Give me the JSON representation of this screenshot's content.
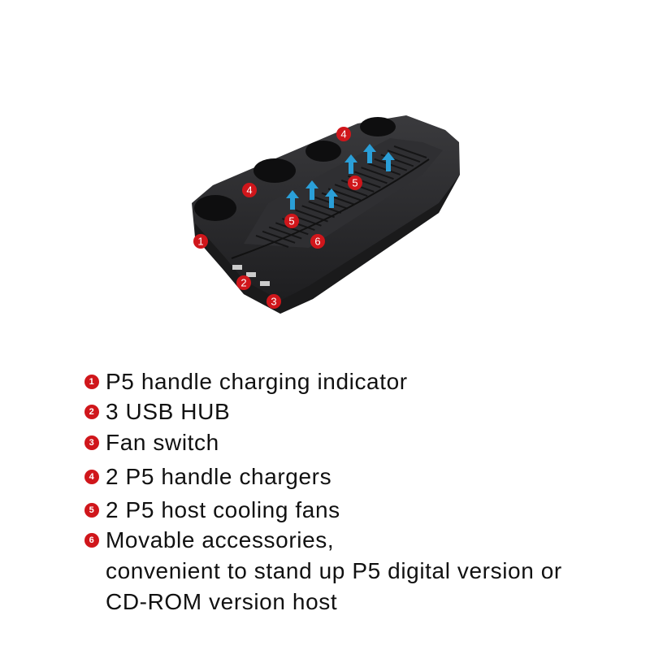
{
  "callouts": {
    "c1": "1",
    "c2": "2",
    "c3": "3",
    "c4": "4",
    "c5": "5",
    "c6": "6"
  },
  "colors": {
    "badge": "#d0161b",
    "body": "#2a2a2c",
    "arrow": "#2a9fd8"
  },
  "features": [
    {
      "num": "1",
      "text": "P5 handle charging indicator"
    },
    {
      "num": "2",
      "text": "3 USB HUB"
    },
    {
      "num": "3",
      "text": "Fan switch"
    },
    {
      "num": "4",
      "text": "2 P5 handle chargers"
    },
    {
      "num": "5",
      "text": "2 P5 host cooling fans"
    },
    {
      "num": "6",
      "text": "Movable accessories,",
      "continuation": [
        "convenient to stand up P5 digital version or",
        "CD-ROM version host"
      ]
    }
  ]
}
